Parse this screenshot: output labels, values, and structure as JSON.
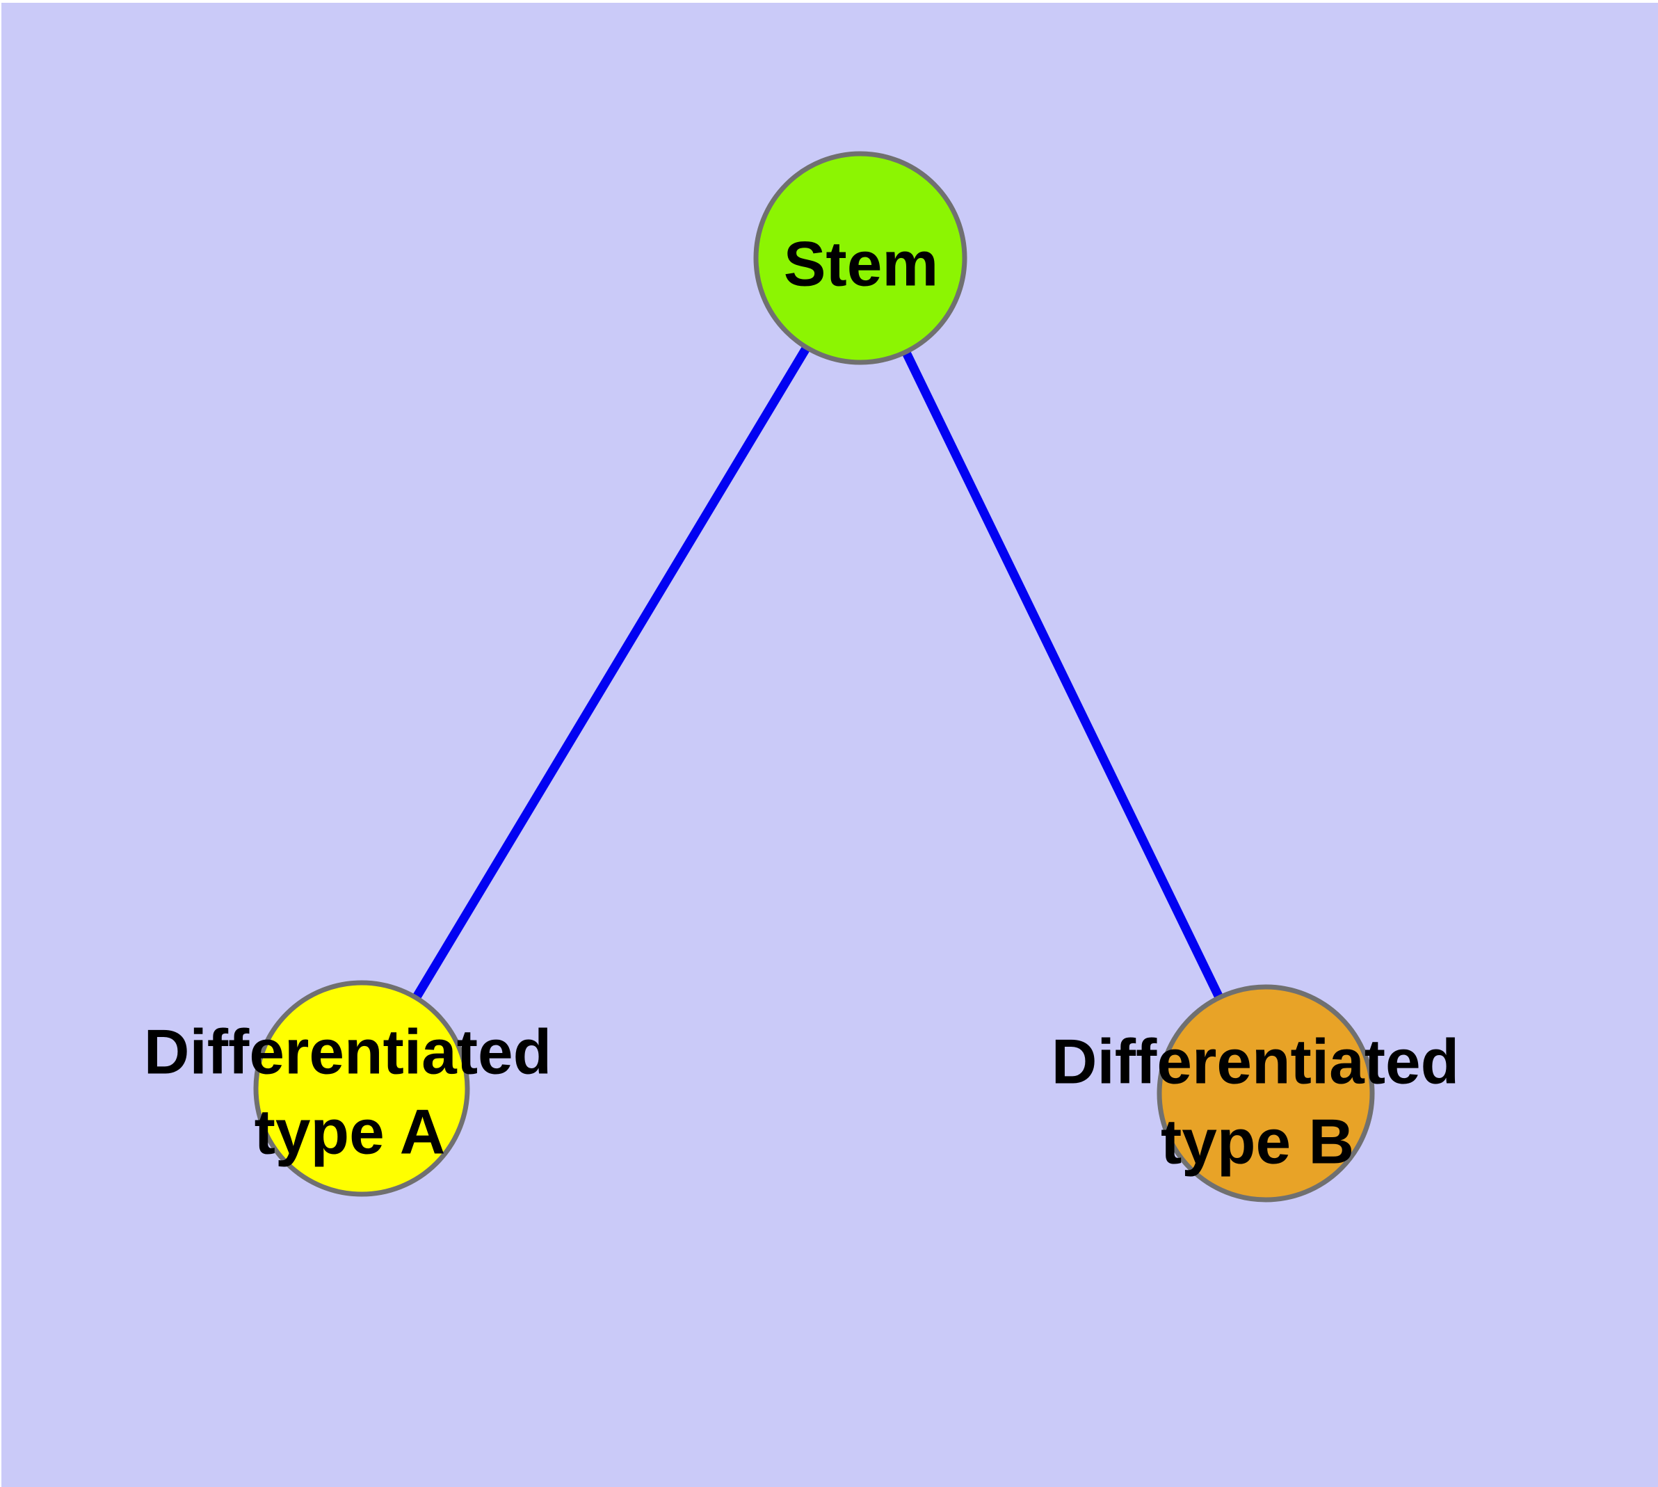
{
  "diagram": {
    "background_color": "#cacaf8",
    "frame_color": "#ffffff",
    "edge_color": "#0202f2",
    "node_border_color": "#707070",
    "text_color": "#000000",
    "nodes": {
      "stem": {
        "label": "Stem",
        "fill": "#8cf502"
      },
      "type_a": {
        "label_line1": "Differentiated",
        "label_line2": "type A",
        "fill": "#ffff00"
      },
      "type_b": {
        "label_line1": "Differentiated",
        "label_line2": "type B",
        "fill": "#e8a327"
      }
    },
    "edges": [
      {
        "from": "Stem",
        "to": "Differentiated type A"
      },
      {
        "from": "Stem",
        "to": "Differentiated type B"
      }
    ]
  }
}
